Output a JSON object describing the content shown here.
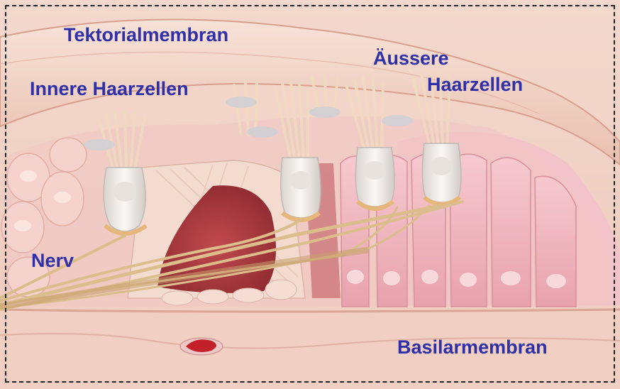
{
  "labels": {
    "tektorialmembran": "Tektorialmembran",
    "innere_haarzellen": "Innere Haarzellen",
    "aussere_haarzellen_line1": "Äussere",
    "aussere_haarzellen_line2": "Haarzellen",
    "nerv": "Nerv",
    "basilarmembran": "Basilarmembran"
  },
  "colors": {
    "label_text": "#2f2fa8",
    "tissue_light": "#f4d6cc",
    "tissue_pink": "#f0b7c0",
    "tissue_dark": "#b5474b",
    "nerve": "#d8b98a",
    "cell_white": "#f3eeea"
  }
}
